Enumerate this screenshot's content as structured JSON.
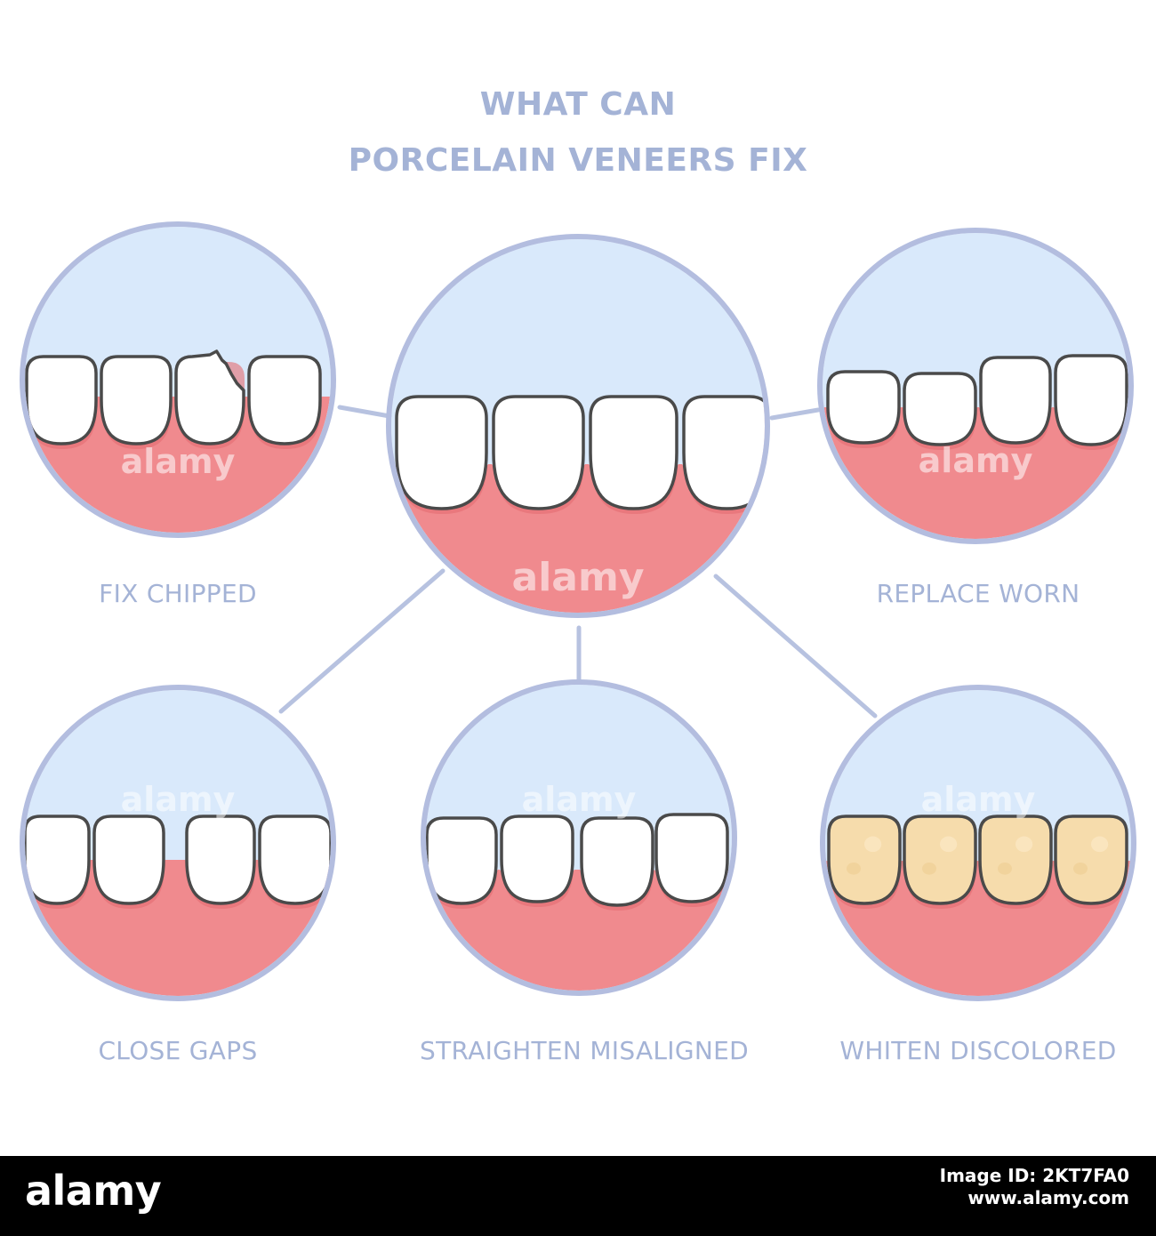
{
  "title": {
    "line1": "WHAT CAN",
    "line2": "PORCELAIN VENEERS FIX"
  },
  "captions": {
    "chipped": "FIX CHIPPED",
    "worn": "REPLACE WORN",
    "gaps": "CLOSE GAPS",
    "misaligned": "STRAIGHTEN MISALIGNED",
    "discolored": "WHITEN DISCOLORED"
  },
  "watermark_text": "alamy",
  "footer": {
    "brand": "alamy",
    "image_id_label": "Image ID: 2KT7FA0",
    "site": "www.alamy.com"
  },
  "colors": {
    "title": "#a4b3d6",
    "caption": "#a4b3d6",
    "ring": "#b3bddf",
    "connector": "#b7c2e0",
    "sky": "#d9e9fb",
    "gum": "#f08a8e",
    "gum_shadow": "#e46c72",
    "tooth": "#ffffff",
    "tooth_outline": "#4a4a4a",
    "tooth_stained": "#f6dcac",
    "footer_bg": "#000000",
    "footer_text": "#ffffff"
  },
  "icons": [
    "tooth-row-icon",
    "chipped-tooth-icon",
    "stained-tooth-icon"
  ]
}
